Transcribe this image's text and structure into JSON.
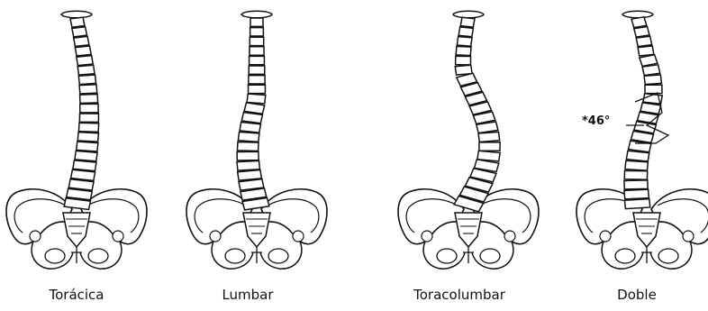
{
  "figures": [
    {
      "id": "toracica",
      "label": "Torácica"
    },
    {
      "id": "lumbar",
      "label": "Lumbar"
    },
    {
      "id": "toracolumbar",
      "label": "Toracolumbar"
    },
    {
      "id": "doble",
      "label": "Doble"
    }
  ],
  "angle_annotation": "*46°",
  "colors": {
    "stroke": "#111111",
    "fill": "#ffffff"
  }
}
